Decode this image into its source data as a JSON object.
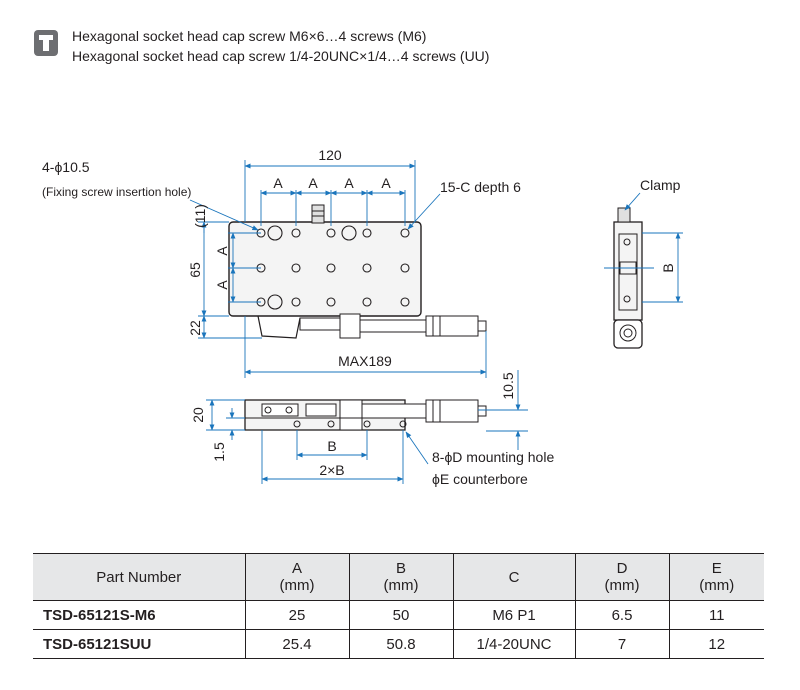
{
  "header": {
    "line1": "Hexagonal socket head cap screw M6×6…4 screws (M6)",
    "line2": "Hexagonal socket head cap screw 1/4-20UNC×1/4…4 screws (UU)"
  },
  "drawing": {
    "fixing_hole": "4-ϕ10.5",
    "fixing_hole_note": "(Fixing screw insertion hole)",
    "width": "120",
    "pitch_label": "A",
    "tapped": "15-C depth 6",
    "clamp": "Clamp",
    "dim_11": "(11)",
    "dim_65": "65",
    "dim_22": "22",
    "max": "MAX189",
    "dim_b": "B",
    "height": "20",
    "dim_10_5": "10.5",
    "dim_1_5": "1.5",
    "two_b": "2×B",
    "mount_hole": "8-ϕD mounting hole",
    "counterbore": "ϕE counterbore"
  },
  "table": {
    "headers": [
      {
        "l1": "Part Number",
        "l2": ""
      },
      {
        "l1": "A",
        "l2": "(mm)"
      },
      {
        "l1": "B",
        "l2": "(mm)"
      },
      {
        "l1": "C",
        "l2": ""
      },
      {
        "l1": "D",
        "l2": "(mm)"
      },
      {
        "l1": "E",
        "l2": "(mm)"
      }
    ],
    "rows": [
      [
        "TSD-65121S-M6",
        "25",
        "50",
        "M6 P1",
        "6.5",
        "11"
      ],
      [
        "TSD-65121SUU",
        "25.4",
        "50.8",
        "1/4-20UNC",
        "7",
        "12"
      ]
    ]
  },
  "colors": {
    "dimension": "#1a75bc",
    "line": "#231f20",
    "header_bg": "#e6e7e8",
    "icon": "#6d6e71"
  }
}
